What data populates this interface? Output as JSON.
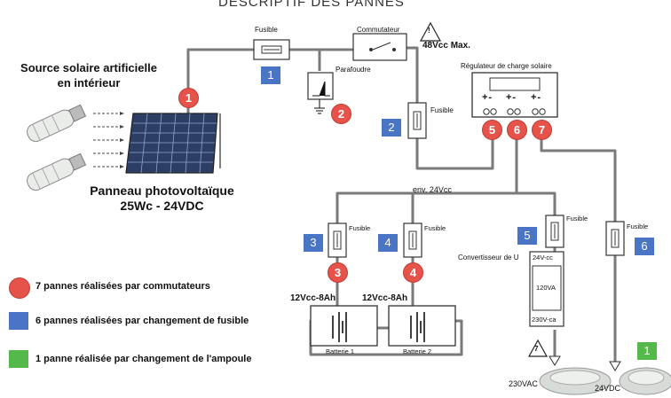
{
  "title": "DESCRIPTIF DES PANNES",
  "source": {
    "line1": "Source solaire artificielle",
    "line2": "en intérieur"
  },
  "panel": {
    "line1": "Panneau photovoltaïque",
    "line2": "25Wc - 24VDC"
  },
  "labels": {
    "fusible": "Fusible",
    "commutateur": "Commutateur",
    "max_voltage": "48Vcc Max.",
    "parafoudre": "Parafoudre",
    "regulateur": "Régulateur de charge solaire",
    "bus_voltage": "env. 24Vcc",
    "convertisseur": "Convertisseur de U",
    "conv_in": "24V-cc",
    "conv_power": "120VA",
    "conv_out": "230V-ca",
    "battery_spec": "12Vcc-8Ah",
    "battery1": "Batterie 1",
    "battery2": "Batterie 2",
    "out_ac": "230VAC",
    "out_dc": "24VDC",
    "warning_mark": "!",
    "warning_mark_7": "7",
    "reg_terminals": "+-"
  },
  "badges": {
    "red": [
      "1",
      "2",
      "3",
      "4",
      "5",
      "6",
      "7"
    ],
    "blue": [
      "1",
      "2",
      "3",
      "4",
      "5",
      "6"
    ],
    "green": [
      "1"
    ]
  },
  "legend": [
    {
      "text": "7 pannes réalisées par commutateurs",
      "color": "#e5534b",
      "shape": "circle"
    },
    {
      "text": "6 pannes réalisées par changement de fusible",
      "color": "#4a74c4",
      "shape": "square"
    },
    {
      "text": "1 panne réalisée par changement de l'ampoule",
      "color": "#55b84a",
      "shape": "square"
    }
  ],
  "colors": {
    "wire": "#7a7a7a",
    "red": "#e5534b",
    "blue": "#4a74c4",
    "green": "#55b84a"
  }
}
